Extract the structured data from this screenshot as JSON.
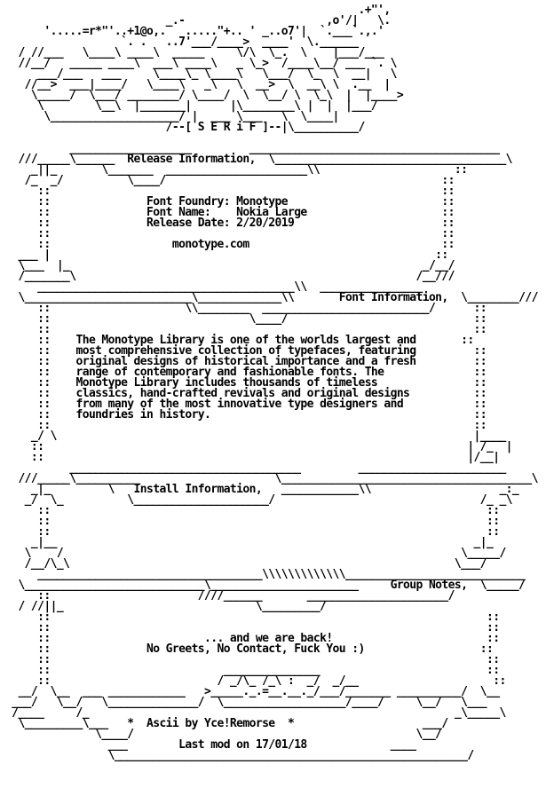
{
  "nfo": {
    "lines": [
      "                                                       .+\"',",
      "                         _.-                      ,o'/|   \\.",
      "      '.....=r*\"'..+1@o,.   .....\"+.. ' _..o7'|  `.___`.,.'",
      "                  `. .   ..7'___/____>  ____'  \\.______",
      "  / //___   \\____\\ ____\\  _____     \\/\\  \\_.  \\    |___/___",
      "  //__/   _____ ____\\  ___\\ ____\\   _ \\_>  /____\\__/ ___ `. \\",
      "     ___/___   ___     \\____\\_ \\____\\   \\___/  \\_  \\  __|   \\",
      "   //__>  ___|____/   \\____\\   _\\   \\  __>  \\  __\\ \\  .__  |",
      "    \\_____/  \\___/ ________/ \\____/  \\  \\__/ \\  \\_\\  |  |____>",
      "     \\        \\__\\  |_______|      |\\________\\ |  |  |___/",
      "      \\____________________/ |  ___ \\___   \\  \\____|",
      "                         /--[ S E R i F ]--|\\__________/",
      "",
      "          ___________________         _______________________________________",
      "  ///_____\\______  Release Information,  \\____________________________________\\",
      "    _||_       \\_______  ______________________\\\\                     ::",
      "   /_  _/          \\____/                                           ::",
      "     ::                                                             ::",
      "     ::               Font Foundry: Monotype                        ::",
      "     ::               Font Name:    Nokia Large                     ::",
      "     ::               Release Date: 2/20/2019                       ::",
      "     ::                                                             ::",
      "     ::                   monotype.com                              ::",
      "  ___ |                                                            ::",
      "  \\___  |_                                                       _/__/",
      "  /_______\\                                                     /__///",
      "     ________________________________________\\\\  ________________",
      "  \\__________________________\\_____________\\\\       Font Information,  \\________///",
      "     ::                     \\\\________  __________________________/      ::",
      "     ::                               \\____/                             ::",
      "     ::                                                                  ::",
      "     ::    The Monotype Library is one of the worlds largest and       ::",
      "     ::    most comprehensive collection of typefaces, featuring         ::",
      "     ::    original designs of historical importance and a fresh         ::",
      "     ::    range of contemporary and fashionable fonts. The              ::",
      "     ::    Monotype Library includes thousands of timeless               ::",
      "     ::    classics, hand-crafted revivals and original designs          ::",
      "     ::    from many of the most innovative type designers and           ::",
      "     ::    foundries in history.                                         ::",
      "     ::                                                                  ::",
      "    _/ \\                                                                 |____",
      "    ::                                                                  | /_  |",
      "    ::                                                                  |/__|",
      "          ____________________________________         _______________________",
      "  ///_____\\__________                     \\_______________________________________\\",
      "    _|_         \\   Install Information,   ____________\\\\                    _:_",
      "   _/  \\_          \\_____________________/                                /_ _\\",
      "     ::                                                                    ::",
      "     ::                                                                    ::",
      "     ::                                                                    ::",
      "    _|__                                                                 _|_",
      "   \\    /                                                              \\_____/",
      "   /__/\\_\\                                                            \\___/",
      "     ___________________________________\\\\\\\\\\\\\\\\\\\\\\\\\\____________________________",
      "  \\____________________________\\_______________________     Group Notes,  \\_____/",
      "     ::                       ////______       ______________________/",
      "  / //||_                              \\_________/",
      "     ::                                                                    ::",
      "     ::                                                                    ::",
      "     ::                        ... and we are back!                        ::",
      "     ::               No Greets, No Contact, Fuck You :)                  ::",
      "     ::                                                                    ::",
      "     ::                           _______________                          ::",
      "     ::                          / _/\\_ /_\\ :  _/  _/__                     ::",
      "  __/  \\__  ___ ____________   >_____._.=__.__._/___/_______ __________/  \\__",
      " ___/   \\__/   \\______________/  \\___________________/____/     \\__/   \\___",
      " /____     /_                                                         _\\_____\\",
      "  \\_________\\___   *  Ascii by Yce!Remorse  *                    ___/",
      "              \\____/                                            \\__/",
      "                ___        Last mod on 17/01/18             ____",
      "                \\_______________________________________________________/"
    ]
  }
}
